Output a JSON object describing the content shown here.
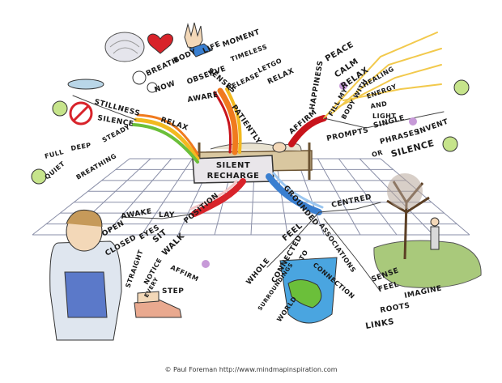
{
  "central": {
    "line1": "SILENT",
    "line2": "RECHARGE"
  },
  "branches": {
    "relax": {
      "label": "RELAX",
      "words": {
        "stillness": "STILLNESS",
        "silence": "SILENCE",
        "steady": "STEADY",
        "deep": "DEEP",
        "full": "FULL",
        "quiet": "QUIET",
        "breathing": "BREATHING"
      }
    },
    "patiently": {
      "label": "PATIENTLY",
      "words": {
        "now": "NOW",
        "aware": "AWARE",
        "breath": "BREATH",
        "observe": "OBSERVE",
        "body": "BODY",
        "life": "LIFE",
        "moment": "MOMENT",
        "senses": "SENSES",
        "timeless": "TIMELESS",
        "release": "RELEASE",
        "letgo": "LETGO",
        "relax": "RELAX"
      }
    },
    "affirm": {
      "label": "AFFIRM",
      "words": {
        "happiness": "HAPPINESS",
        "peace": "PEACE",
        "calm": "CALM",
        "relax": "RELAX",
        "fill": "FILL MY",
        "body_with": "BODY WITH",
        "healing": "HEALING",
        "energy": "ENERGY",
        "and": "AND",
        "light": "LIGHT",
        "prompts": "PROMPTS",
        "single": "SINGLE",
        "phrases": "PHRASES",
        "invent": "INVENT",
        "or": "OR",
        "silence": "SILENCE"
      }
    },
    "position": {
      "label": "POSITION",
      "words": {
        "awake": "AWAKE",
        "lay": "LAY",
        "open": "OPEN",
        "closed": "CLOSED",
        "eyes": "EYES",
        "sit": "SIT",
        "walk": "WALK",
        "straight": "STRAIGHT",
        "notice": "NOTICE",
        "every": "EVERY",
        "affirm": "AFFIRM",
        "step": "STEP"
      }
    },
    "grounded": {
      "label": "GROUNDED",
      "words": {
        "feel": "FEEL",
        "whole": "WHOLE",
        "connected": "CONNECTED",
        "to": "TO",
        "surroundings": "SURROUNDINGS",
        "world": "WORLD",
        "associations": "ASSOCIATIONS",
        "connection": "CONNECTION",
        "centred": "CENTRED",
        "sense": "SENSE",
        "feel2": "FEEL",
        "imagine": "IMAGINE",
        "roots": "ROOTS",
        "links": "LINKS"
      }
    }
  },
  "credit": "© Paul Foreman http://www.mindmapinspiration.com",
  "colors": {
    "relax": "#f2b91f",
    "patiently": "#f07a1e",
    "affirm": "#c8141c",
    "position": "#d8232a",
    "grounded": "#3a7fd0",
    "grid": "#8a8fa8",
    "bed": "#c9b48a"
  }
}
